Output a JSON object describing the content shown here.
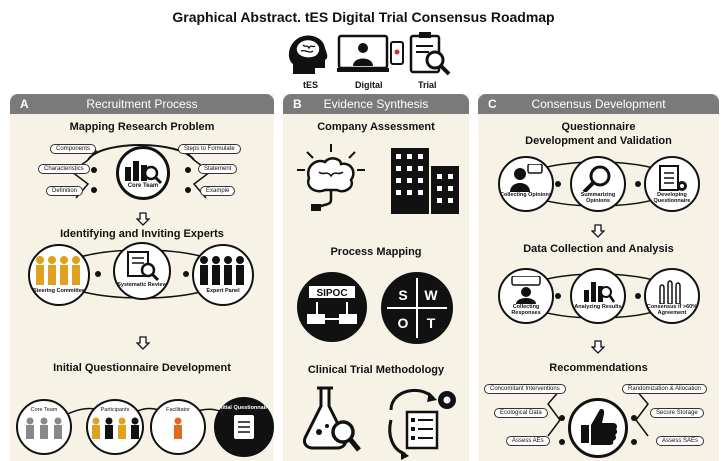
{
  "title": "Graphical Abstract. tES Digital Trial Consensus Roadmap",
  "header_icons": [
    {
      "label": "tES",
      "icon": "brain-head-icon"
    },
    {
      "label": "Digital",
      "icon": "computer-doctor-icon"
    },
    {
      "label": "Trial",
      "icon": "clipboard-magnifier-icon"
    }
  ],
  "panels": {
    "a": {
      "letter": "A",
      "title": "Recruitment Process",
      "sec1": "Mapping Research Problem",
      "left_pills": [
        "Components",
        "Characteristics",
        "Definition"
      ],
      "right_pills": [
        "Steps to Formulate",
        "Statement",
        "Example"
      ],
      "core_team": "Core Team",
      "sec2": "Identifying and Inviting Experts",
      "steering": "Steering Committee",
      "systematic": "Systematic Review",
      "expert": "Expert Panel",
      "sec3": "Initial Questionnaire Development",
      "core_team2": "Core Team",
      "participants": "Participants",
      "facilitator": "Facilitator",
      "initial_q": "Initial Questionnaire"
    },
    "b": {
      "letter": "B",
      "title": "Evidence Synthesis",
      "sec1": "Company Assessment",
      "sec2": "Process Mapping",
      "sipoc": "SIPOC",
      "swot": [
        "S",
        "W",
        "O",
        "T"
      ],
      "sec3": "Clinical Trial Methodology"
    },
    "c": {
      "letter": "C",
      "title": "Consensus Development",
      "sec1_line1": "Questionnaire",
      "sec1_line2": "Development and Validation",
      "collecting_opinions": "Collecting Opinions",
      "summarizing_opinions": "Summarizing Opinions",
      "developing_q": "Developing Questionnaire",
      "sec2": "Data Collection and Analysis",
      "collecting_responses": "Collecting Responses",
      "analyzing_results": "Analyzing Results",
      "consensus": "Consensus if >60% Agreement",
      "sec3": "Recommendations",
      "left_pills": [
        "Concomitant Interventions",
        "Ecological Data",
        "Assess AEs"
      ],
      "right_pills": [
        "Randomization & Allocation",
        "Secure Storage",
        "Assess SAEs"
      ]
    }
  }
}
